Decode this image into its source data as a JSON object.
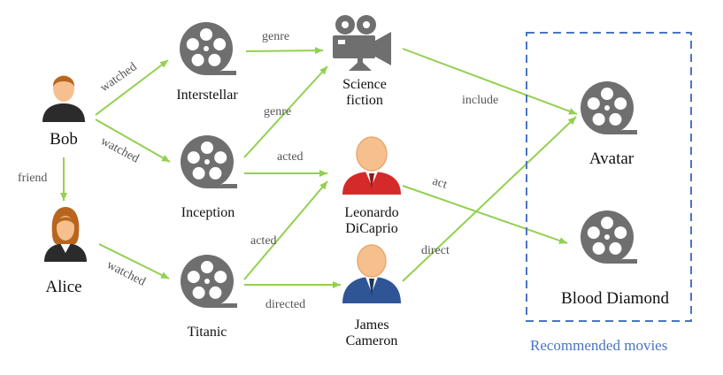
{
  "nodes": {
    "bob": "Bob",
    "alice": "Alice",
    "interstellar": "Interstellar",
    "inception": "Inception",
    "titanic": "Titanic",
    "scifi_line1": "Science",
    "scifi_line2": "fiction",
    "leo_line1": "Leonardo",
    "leo_line2": "DiCaprio",
    "james_line1": "James",
    "james_line2": "Cameron",
    "avatar": "Avatar",
    "blood_diamond": "Blood Diamond"
  },
  "edges": {
    "bob_interstellar": "watched",
    "bob_inception": "watched",
    "bob_alice": "friend",
    "alice_titanic": "watched",
    "interstellar_scifi": "genre",
    "inception_scifi": "genre",
    "inception_leo": "acted",
    "titanic_leo": "acted",
    "titanic_james": "directed",
    "scifi_avatar": "include",
    "leo_blood": "act",
    "james_avatar": "direct"
  },
  "recommended_label": "Recommended movies",
  "colors": {
    "edge": "#92d050",
    "reel": "#6f6f6f",
    "recommend_box": "#4a74c4",
    "leo_shirt": "#d42a2a",
    "james_shirt": "#2f5597",
    "skin": "#f6c08e"
  }
}
